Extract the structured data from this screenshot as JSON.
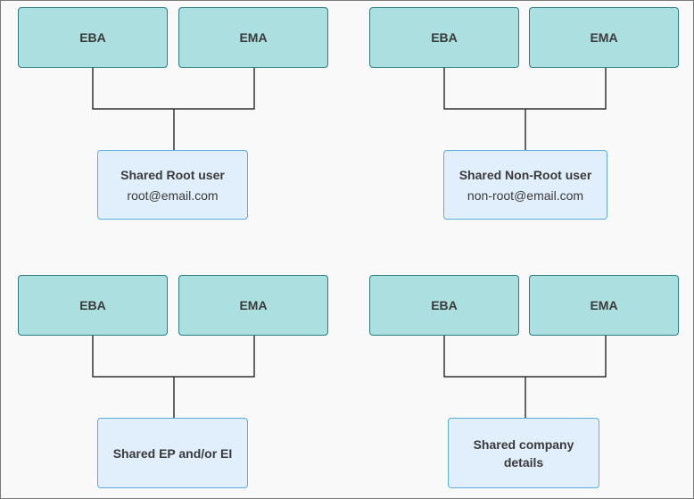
{
  "groups": [
    {
      "left": "EBA",
      "right": "EMA",
      "shared_title": "Shared Root user",
      "shared_sub": "root@email.com"
    },
    {
      "left": "EBA",
      "right": "EMA",
      "shared_title": "Shared Non-Root user",
      "shared_sub": "non-root@email.com"
    },
    {
      "left": "EBA",
      "right": "EMA",
      "shared_title": "Shared EP and/or EI"
    },
    {
      "left": "EBA",
      "right": "EMA",
      "shared_title": "Shared company details"
    }
  ],
  "colors": {
    "role_fill": "#ace0e0",
    "role_border": "#2a7d80",
    "shared_fill": "#e1eefb",
    "shared_border": "#5aaee0",
    "connector": "#333333"
  }
}
